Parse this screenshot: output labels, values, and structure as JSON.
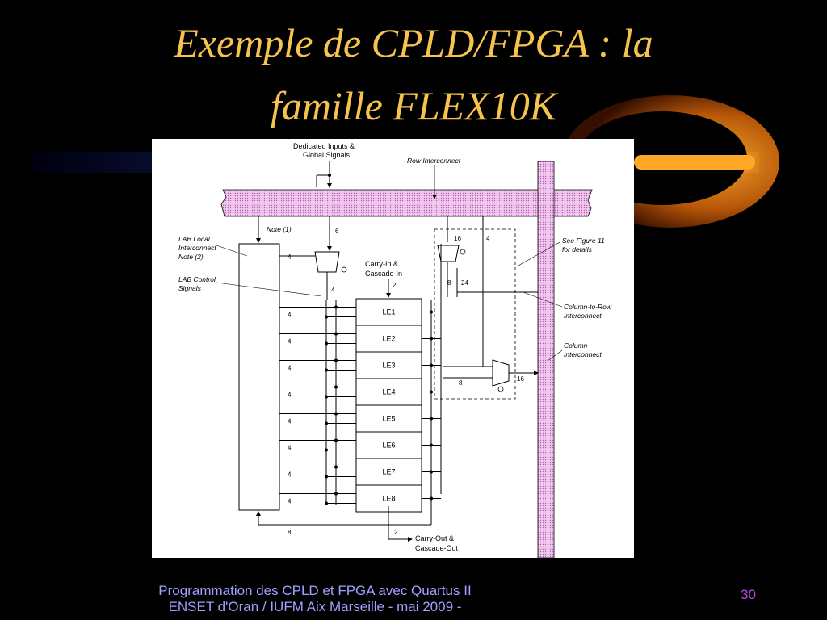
{
  "slide": {
    "title_line1": "Exemple de CPLD/FPGA : la",
    "title_line2": "famille FLEX10K",
    "footer_line1": "Programmation des CPLD et FPGA avec Quartus II",
    "footer_line2": "ENSET d'Oran / IUFM Aix Marseille    - mai 2009 -",
    "page_number": "30"
  },
  "diagram": {
    "dedicated_inputs_line1": "Dedicated Inputs &",
    "dedicated_inputs_line2": "Global Signals",
    "row_interconnect": "Row Interconnect",
    "note1": "Note (1)",
    "lab_local_line1": "LAB Local",
    "lab_local_line2": "Interconnect",
    "lab_local_line3": "Note (2)",
    "lab_control_line1": "LAB Control",
    "lab_control_line2": "Signals",
    "carry_in_line1": "Carry-In &",
    "carry_in_line2": "Cascade-In",
    "see_figure_line1": "See Figure 11",
    "see_figure_line2": "for details",
    "column_to_row_line1": "Column-to-Row",
    "column_to_row_line2": "Interconnect",
    "column_interconnect_line1": "Column",
    "column_interconnect_line2": "Interconnect",
    "carry_out_line1": "Carry-Out &",
    "carry_out_line2": "Cascade-Out",
    "les": [
      "LE1",
      "LE2",
      "LE3",
      "LE4",
      "LE5",
      "LE6",
      "LE7",
      "LE8"
    ],
    "bus_width_6": "6",
    "bus_width_16_top": "16",
    "bus_width_4_top": "4",
    "bus_width_2_top": "2",
    "bus_width_4_mux": "4",
    "bus_width_8_right": "8",
    "bus_width_24": "24",
    "bus_width_8_mid": "8",
    "bus_width_16_mid": "16",
    "bus_width_2_bottom": "2",
    "bus_width_8_bottom": "8",
    "bus_width_4_lab": "4",
    "le_input_width": "4"
  }
}
